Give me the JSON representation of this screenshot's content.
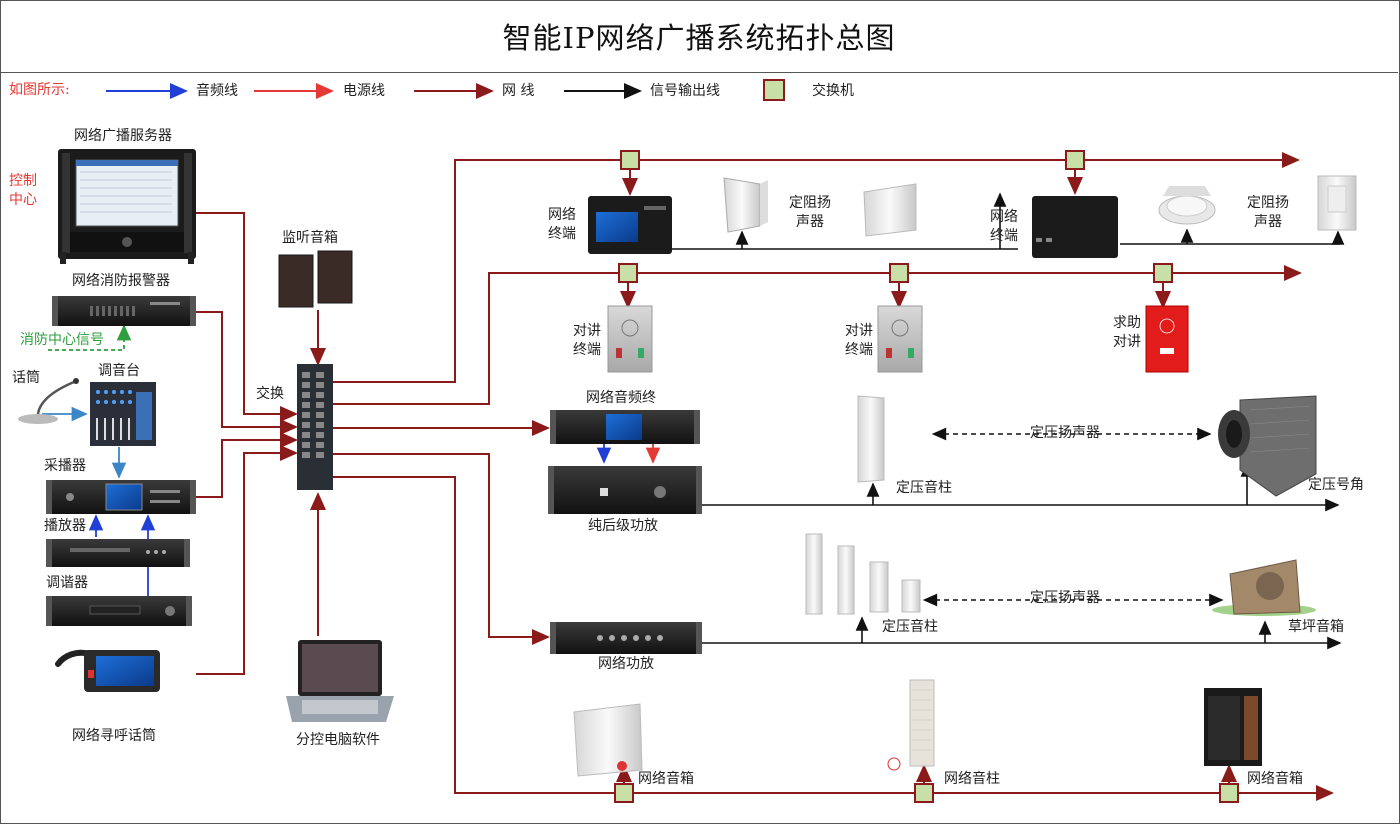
{
  "title": "智能IP网络广播系统拓扑总图",
  "legend": {
    "prefix": "如图所示:",
    "audio_line": "音频线",
    "power_line": "电源线",
    "network_line": "网 线",
    "signal_line": "信号输出线",
    "switch": "交换机"
  },
  "colors": {
    "audio": "#1f3fd6",
    "power": "#e53935",
    "network": "#8b1a1a",
    "signal": "#111111",
    "switch_fill": "#c9dfa8",
    "switch_border": "#8b1a1a"
  },
  "labels": {
    "control_center": "控制中心",
    "broadcast_server": "网络广播服务器",
    "fire_alarm": "网络消防报警器",
    "fire_center_signal": "消防中心信号",
    "microphone": "话筒",
    "mixer": "调音台",
    "collector": "采播器",
    "player": "播放器",
    "tuner": "调谐器",
    "paging_mic": "网络寻呼话筒",
    "monitor_speaker": "监听音箱",
    "switch_hub": "交换",
    "pc_software": "分控电脑软件",
    "network_terminal_1": "网络终端",
    "fixed_res_speaker_1": "定阻扬声器",
    "network_terminal_2": "网络终端",
    "fixed_res_speaker_2": "定阻扬声器",
    "intercom_1": "对讲终端",
    "intercom_2": "对讲终端",
    "help_intercom": "求助对讲",
    "audio_terminal": "网络音频终",
    "post_amp": "纯后级功放",
    "const_speaker_1": "定压扬声器",
    "const_column_1": "定压音柱",
    "const_horn": "定压号角",
    "const_column_2": "定压音柱",
    "const_speaker_2": "定压扬声器",
    "lawn_speaker": "草坪音箱",
    "network_amp": "网络功放",
    "net_box_1": "网络音箱",
    "net_column": "网络音柱",
    "net_box_2": "网络音箱"
  }
}
